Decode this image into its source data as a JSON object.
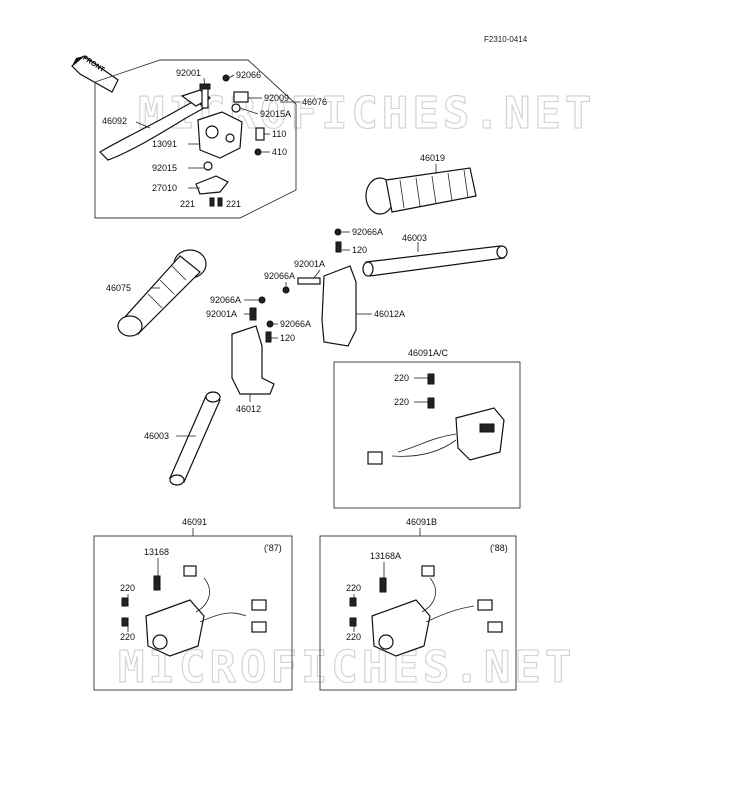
{
  "diagram": {
    "reference_code": "F2310-0414",
    "front_arrow": "FRONT",
    "watermark": "MICROFICHES.NET",
    "labels": {
      "p92001": "92001",
      "p92066": "92066",
      "p92009": "92009",
      "p46076": "46076",
      "p92015A": "92015A",
      "p46092": "46092",
      "p110": "110",
      "p13091": "13091",
      "p410": "410",
      "p92015": "92015",
      "p27010": "27010",
      "p221a": "221",
      "p221b": "221",
      "p46019": "46019",
      "p92066A_1": "92066A",
      "p46003_top": "46003",
      "p120_1": "120",
      "p92001A_1": "92001A",
      "p92066A_2": "92066A",
      "p46075": "46075",
      "p92066A_3": "92066A",
      "p92001A_2": "92001A",
      "p92066A_4": "92066A",
      "p46012A": "46012A",
      "p120_2": "120",
      "p46012": "46012",
      "p46003_bottom": "46003",
      "p46091AC": "46091A/C",
      "p220_1": "220",
      "p220_2": "220",
      "p46091": "46091",
      "p87": "('87)",
      "p13168": "13168",
      "p220_3": "220",
      "p220_4": "220",
      "p46091B": "46091B",
      "p88": "('88)",
      "p13168A": "13168A",
      "p220_5": "220",
      "p220_6": "220"
    }
  }
}
